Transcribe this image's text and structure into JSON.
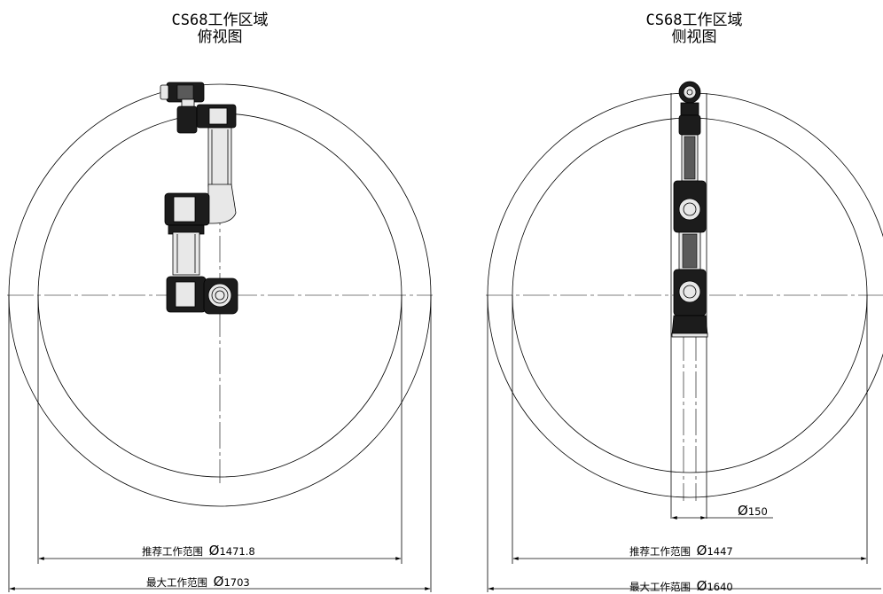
{
  "top_view": {
    "title_line1": "CS68工作区域",
    "title_line2": "俯视图",
    "recommended_label": "推荐工作范围",
    "recommended_value": "1471.8",
    "max_label": "最大工作范围",
    "max_value": "1703",
    "diameter_symbol": "Ø"
  },
  "side_view": {
    "title_line1": "CS68工作区域",
    "title_line2": "侧视图",
    "recommended_label": "推荐工作范围",
    "recommended_value": "1447",
    "max_label": "最大工作范围",
    "max_value": "1640",
    "small_value": "150",
    "diameter_symbol": "Ø"
  }
}
